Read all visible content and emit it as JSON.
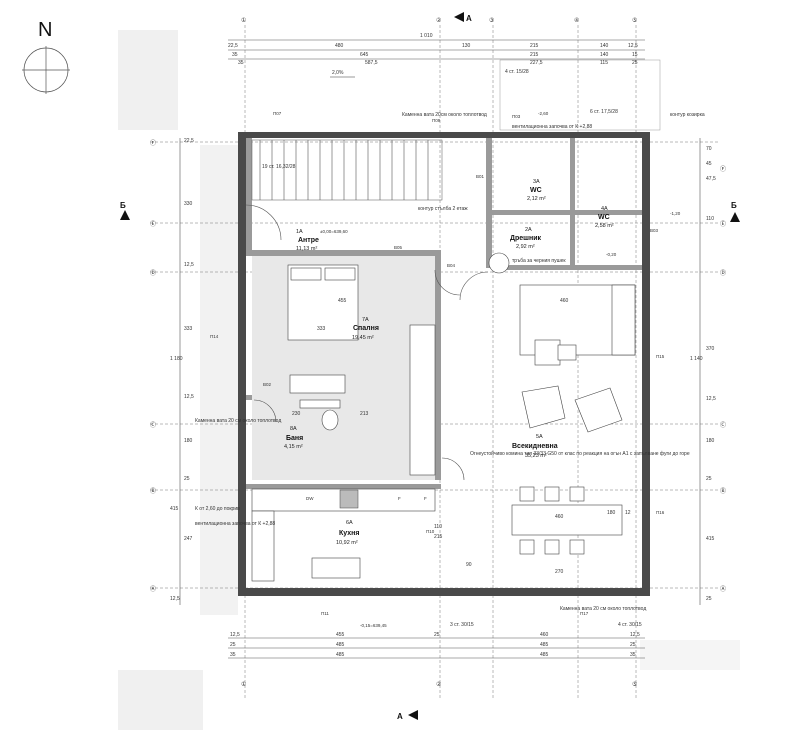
{
  "north": {
    "letter": "N"
  },
  "sections": {
    "b_left": "Б",
    "b_right": "Б",
    "a_top": "A",
    "a_bottom": "A"
  },
  "grid_columns": [
    "①",
    "②",
    "③",
    "④",
    "⑤"
  ],
  "grid_rows": [
    "Ⓐ",
    "Ⓑ",
    "Ⓒ",
    "Ⓓ",
    "Ⓔ",
    "Ⓕ"
  ],
  "top_dims": {
    "total": "1 010",
    "row1": [
      "22,5",
      "480",
      "130",
      "215",
      "140",
      "12,5"
    ],
    "row2": [
      "35",
      "645",
      "215",
      "140",
      "15"
    ],
    "row3": [
      "35",
      "587,5",
      "227,5",
      "115",
      "25"
    ],
    "slope": "2,0%"
  },
  "rooms": [
    {
      "num": "1A",
      "name": "Антре",
      "area": "11,13 m²"
    },
    {
      "num": "2A",
      "name": "Дрешник",
      "area": "2,92 m²"
    },
    {
      "num": "3A",
      "name": "WC",
      "area": "2,12 m²"
    },
    {
      "num": "4A",
      "name": "WC",
      "area": "2,58 m²"
    },
    {
      "num": "5A",
      "name": "Всекидневна",
      "area": "35,23 m²"
    },
    {
      "num": "6A",
      "name": "Кухня",
      "area": "10,92 m²"
    },
    {
      "num": "7A",
      "name": "Спалня",
      "area": "19,45 m²"
    },
    {
      "num": "8A",
      "name": "Баня",
      "area": "4,15 m²"
    }
  ],
  "levels": {
    "entry": "±0,00=639,60",
    "bottom": "-0,15=639,45",
    "wc": "-0,20",
    "right": "-1,20",
    "top": "-2,60"
  },
  "notes": {
    "stone_top": "Каменна вата 20см около топлотвод",
    "vent_top": "вентилационна започва от К +2,88",
    "contour": "контур козирка",
    "stair_top": "19 ст. 16,32/28",
    "stair_top2": "4 ст. 15/28",
    "stair_right": "6 ст. 17,5/28",
    "contour_stair": "контур стълба 2 етаж",
    "chimney": "тръба за черния пушек",
    "stone_left": "Каменна вата 20 см около топлотвод",
    "k_left": "К от 2,60 до покрив",
    "vent_left": "вентилационна започва от К +2,88",
    "fire": "Огнеустойчиво комина тип 33/33 G50 от клас по реакция на огън А1 с запълване фуги до горе",
    "stone_bottom": "Каменна вата 20 см около топлотвод",
    "stair_bottom_left": "3 ст. 30/15",
    "stair_bottom_right": "4 ст. 30/15"
  },
  "door_tags": [
    "П07",
    "П03",
    "П09",
    "П14",
    "П16",
    "П15",
    "П17",
    "П11",
    "П10"
  ],
  "window_tags": [
    "B05",
    "B04",
    "B02",
    "B01",
    "B03"
  ],
  "appliances": {
    "dw": "DW",
    "f1": "F",
    "f2": "F"
  },
  "left_dims": [
    "22,5",
    "330",
    "12,5",
    "333",
    "12,5",
    "180",
    "25",
    "415",
    "247",
    "12,5"
  ],
  "left_total": "1 180",
  "right_dims": [
    "70",
    "45",
    "47,5",
    "110",
    "370",
    "12,5",
    "180",
    "25",
    "415",
    "25"
  ],
  "right_total": "1 140",
  "bottom_dims": {
    "row1": [
      "12,5",
      "455",
      "25",
      "460",
      "12,5"
    ],
    "row2": [
      "25",
      "485",
      "485",
      "25"
    ],
    "row3": [
      "35",
      "485",
      "485",
      "35"
    ]
  },
  "interior_dims": [
    "455",
    "333",
    "230",
    "213",
    "460",
    "270",
    "460",
    "180",
    "110",
    "215",
    "90",
    "12"
  ]
}
